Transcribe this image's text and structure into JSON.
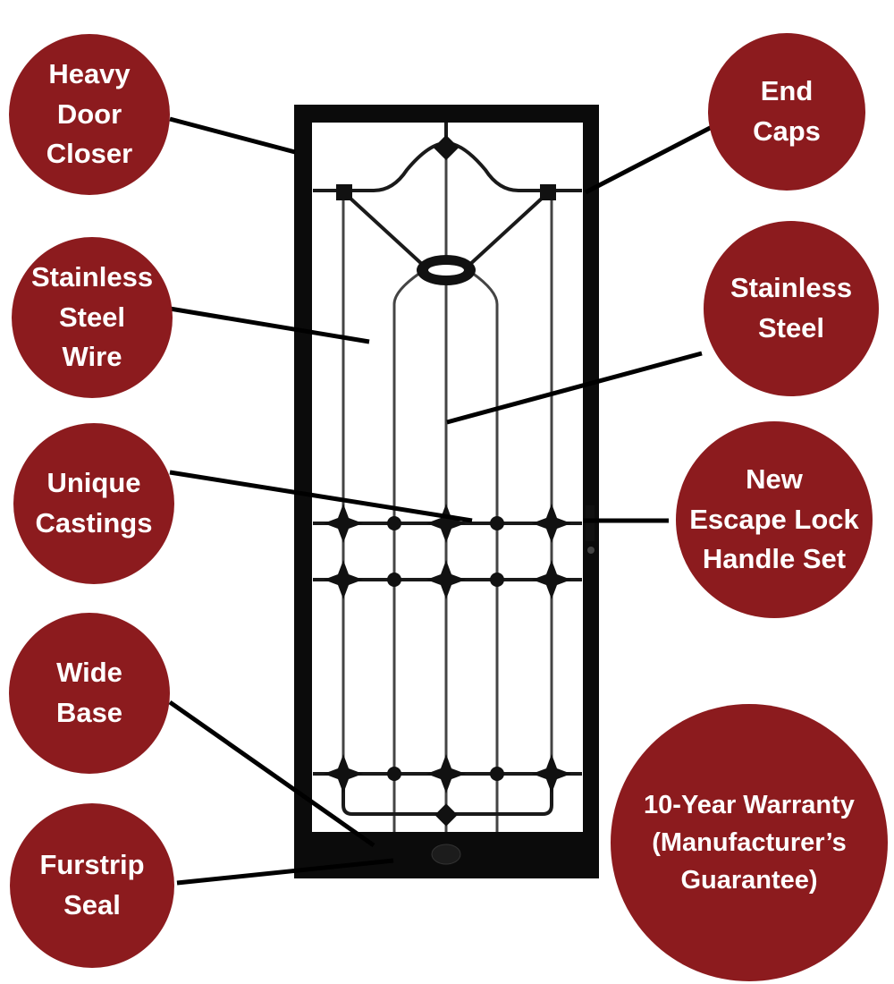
{
  "colors": {
    "callout": "#8c1b1e",
    "frame": "#0b0b0b"
  },
  "callouts": {
    "heavy_door_closer": "Heavy\nDoor\nCloser",
    "end_caps": "End\nCaps",
    "stainless_steel_wire": "Stainless\nSteel\nWire",
    "stainless_steel": "Stainless\nSteel",
    "unique_castings": "Unique\nCastings",
    "escape_lock": "New\nEscape Lock\nHandle Set",
    "wide_base": "Wide\nBase",
    "furstrip_seal": "Furstrip\nSeal",
    "warranty": "10-Year Warranty\n(Manufacturer’s\nGuarantee)"
  }
}
